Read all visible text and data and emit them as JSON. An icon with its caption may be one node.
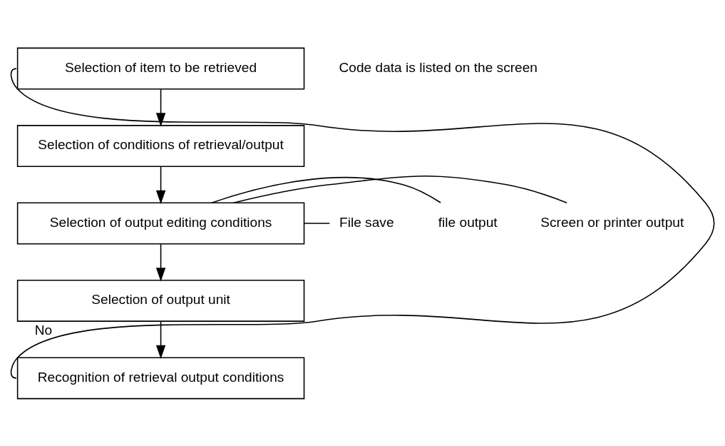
{
  "diagram": {
    "nodes": [
      {
        "text": [
          "Selection of item to be retrieved"
        ]
      },
      {
        "text": [
          "Selection of conditions of retrieval/output"
        ]
      },
      {
        "text": [
          "Selection of output editing conditions"
        ]
      },
      {
        "text": [
          "Selection of output unit"
        ]
      },
      {
        "text": [
          "Recognition of retrieval output conditions"
        ]
      },
      {
        "text": [
          "Screen or printer output"
        ]
      },
      {
        "text": [
          "file output"
        ]
      },
      {
        "text": [
          "File save"
        ]
      }
    ],
    "edges": [
      {
        "from": 0,
        "to": 1,
        "arrow": "to"
      },
      {
        "from": 1,
        "to": 2,
        "arrow": "to"
      },
      {
        "from": 2,
        "to": 3,
        "arrow": "to"
      },
      {
        "from": 3,
        "to": 4,
        "arrow": "to"
      },
      {
        "from": 4,
        "to": 0,
        "arrow": "none",
        "label": "No"
      },
      {
        "from": 2,
        "to": 5,
        "arrow": "none"
      },
      {
        "from": 2,
        "to": 6,
        "arrow": "none"
      },
      {
        "from": 2,
        "to": 7,
        "arrow": "none"
      }
    ],
    "labels": [
      "Code data is listed on the screen"
    ]
  }
}
